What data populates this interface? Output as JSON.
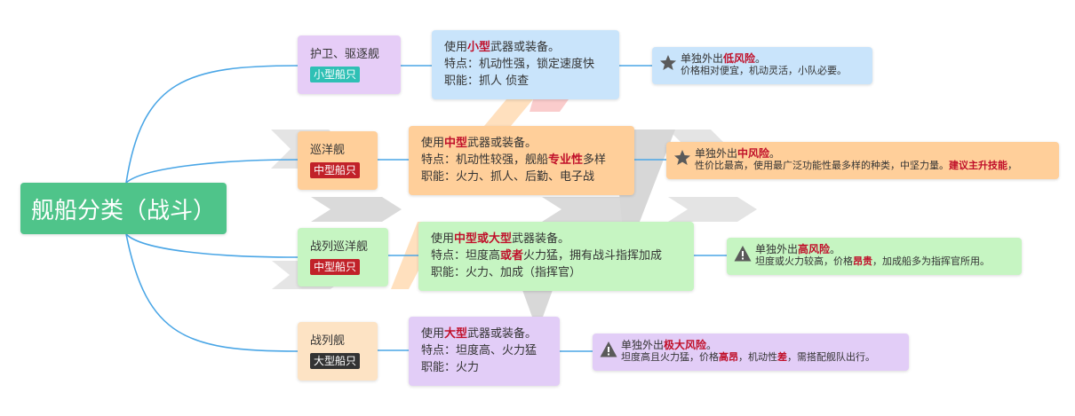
{
  "colors": {
    "root": "#4fc48a",
    "line": "#4aa6e6",
    "row1": "#e6cdf7",
    "row1_desc": "#c9e4fb",
    "row2": "#ffcf9a",
    "row3": "#c6f5c2",
    "row4": "#fde3c4",
    "row4_desc": "#e2cdf7",
    "tag_small": "#2fc0b5",
    "tag_medium": "#c12129",
    "tag_large": "#333333",
    "highlight": "#c0102a"
  },
  "root": {
    "title": "舰船分类（战斗）"
  },
  "rows": [
    {
      "category": "护卫、驱逐舰",
      "tag": "小型船只",
      "desc": [
        {
          "a": "使用",
          "h": "小型",
          "b": "武器或装备。"
        },
        {
          "a": "特点：机动性强，锁定速度快"
        },
        {
          "a": "职能：抓人 侦查"
        }
      ],
      "note_icon": "star-icon",
      "note": {
        "line1_a": "单独外出",
        "line1_h": "低风险",
        "line1_b": "。",
        "line2_a": "价格相对便宜，机动灵活，小队必要。",
        "line2_h": "",
        "line2_b": ""
      }
    },
    {
      "category": "巡洋舰",
      "tag": "中型船只",
      "desc": [
        {
          "a": "使用",
          "h": "中型",
          "b": "武器或装备。"
        },
        {
          "a": "特点：机动性较强，舰船",
          "h": "专业性",
          "b": "多样"
        },
        {
          "a": "职能：火力、抓人、后勤、电子战"
        }
      ],
      "note_icon": "star-icon",
      "note": {
        "line1_a": "单独外出",
        "line1_h": "中风险",
        "line1_b": "。",
        "line2_a": "性价比最高，使用最广泛功能性最多样的种类，中坚力量。",
        "line2_h": "建议主升技能",
        "line2_b": "，"
      }
    },
    {
      "category": "战列巡洋舰",
      "tag": "中型船只",
      "desc": [
        {
          "a": "使用",
          "h": "中型或大型",
          "b": "武器装备。"
        },
        {
          "a": "特点：坦度高",
          "h": "或者",
          "b": "火力猛，拥有战斗指挥加成"
        },
        {
          "a": "职能：火力、加成（指挥官）"
        }
      ],
      "note_icon": "warning-icon",
      "note": {
        "line1_a": "单独外出",
        "line1_h": "高风险",
        "line1_b": "。",
        "line2_a": "坦度或火力较高，价格",
        "line2_h": "昂贵",
        "line2_b": "，加成船多为指挥官所用。"
      }
    },
    {
      "category": "战列舰",
      "tag": "大型船只",
      "desc": [
        {
          "a": "使用",
          "h": "大型",
          "b": "武器或装备。"
        },
        {
          "a": "特点：坦度高、火力猛"
        },
        {
          "a": "职能：火力"
        }
      ],
      "note_icon": "warning-icon",
      "note": {
        "line1_a": "单独外出",
        "line1_h": "极大风险",
        "line1_b": "。",
        "line2_a": "坦度高且火力猛，价格",
        "line2_h": "高昂",
        "line2_b": "，机动性",
        "line2_h2": "差",
        "line2_c": "，需搭配舰队出行。"
      }
    }
  ]
}
